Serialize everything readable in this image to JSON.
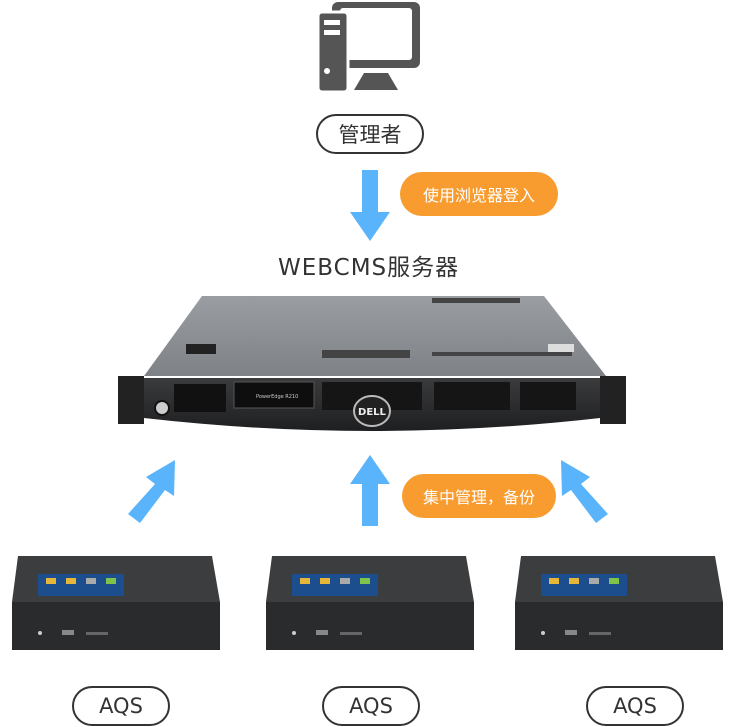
{
  "colors": {
    "arrow": "#5ab4fc",
    "badge": "#f89c30",
    "outline": "#333333",
    "icon": "#555555"
  },
  "admin": {
    "icon": "desktop-computer-icon",
    "label": "管理者"
  },
  "login_badge": "使用浏览器登入",
  "server": {
    "title": "WEBCMS服务器",
    "brand": "DELL",
    "model": "PowerEdge R210"
  },
  "manage_badge": "集中管理，备份",
  "devices": [
    {
      "label": "AQS"
    },
    {
      "label": "AQS"
    },
    {
      "label": "AQS"
    }
  ]
}
